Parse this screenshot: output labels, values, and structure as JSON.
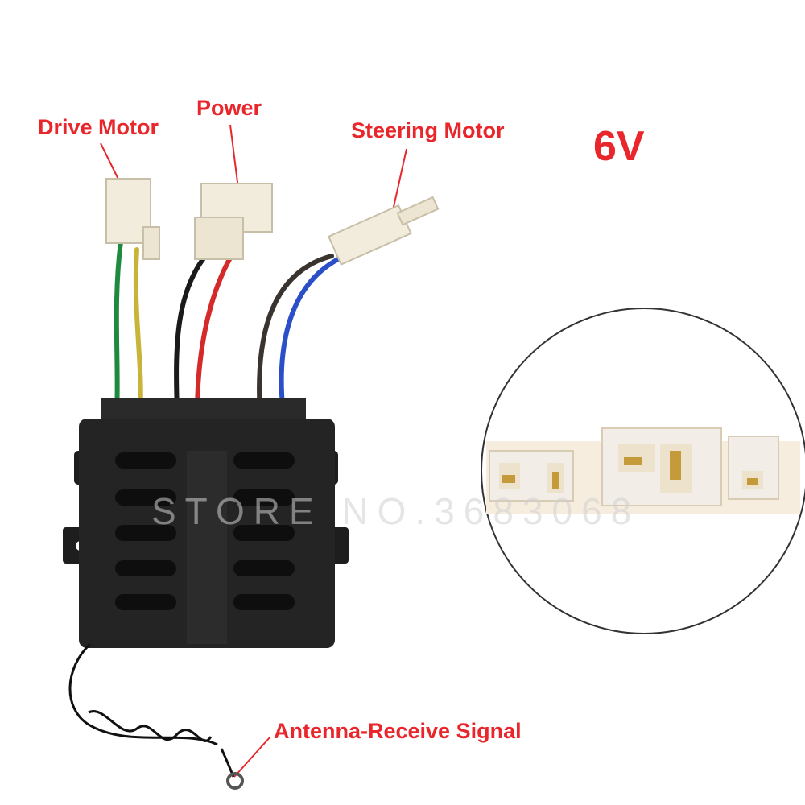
{
  "labels": {
    "drive_motor": "Drive Motor",
    "power": "Power",
    "steering_motor": "Steering Motor",
    "voltage": "6V",
    "antenna": "Antenna-Receive Signal"
  },
  "watermark": "STORE NO.3683068",
  "colors": {
    "label_red": "#e8262b",
    "watermark": "#d0d0d0"
  }
}
